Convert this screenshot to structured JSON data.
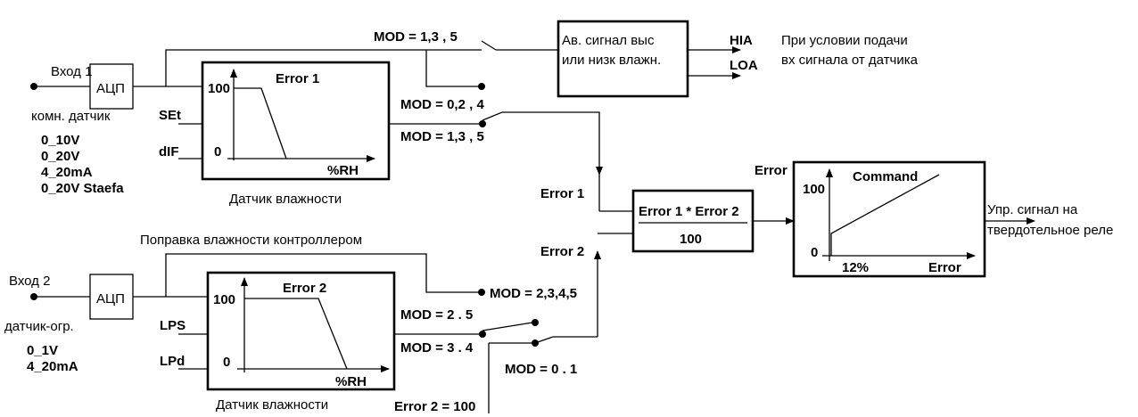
{
  "input1": {
    "label": "Вход 1",
    "adc": "АЦП",
    "sensor_type": "комн. датчик",
    "signals": [
      "0_10V",
      "0_20V",
      "4_20mA",
      "0_20V Staefa"
    ]
  },
  "error1_block": {
    "title": "Error 1",
    "y_max": "100",
    "y_zero": "0",
    "x_unit": "%RH",
    "in_set": "SEt",
    "in_dif": "dIF",
    "caption": "Датчик влажности"
  },
  "alarm_block": {
    "line1": "Ав. сигнал выс",
    "line2": "или низк влажн.",
    "out_high": "HIA",
    "out_low": "LOA",
    "note_line1": "При условии подачи",
    "note_line2": "вх сигнала от датчика"
  },
  "switches": {
    "mod_135_top": "MOD = 1,3 , 5",
    "mod_024": "MOD = 0,2 , 4",
    "mod_135": "MOD = 1,3 , 5",
    "mod_2345": "MOD = 2,3,4,5",
    "mod_25": "MOD = 2 . 5",
    "mod_34": "MOD = 3 . 4",
    "mod_01": "MOD = 0 . 1"
  },
  "multiplier": {
    "numerator": "Error 1 * Error 2",
    "denominator": "100",
    "in1": "Error 1",
    "in2": "Error 2",
    "error2_const": "Error 2 = 100"
  },
  "command_block": {
    "input_label": "Error",
    "title": "Command",
    "y_max": "100",
    "y_zero": "0",
    "x_start": "12%",
    "x_label": "Error",
    "output_line1": "Упр. сигнал на",
    "output_line2": "твердотельное реле"
  },
  "input2": {
    "label": "Вход 2",
    "adc": "АЦП",
    "sensor_type": "датчик-огр.",
    "signals": [
      "0_1V",
      "4_20mA"
    ],
    "correction_label": "Поправка влажности контроллером"
  },
  "error2_block": {
    "title": "Error 2",
    "y_max": "100",
    "y_zero": "0",
    "x_unit": "%RH",
    "in_lps": "LPS",
    "in_lpd": "LPd",
    "caption": "Датчик влажности"
  }
}
